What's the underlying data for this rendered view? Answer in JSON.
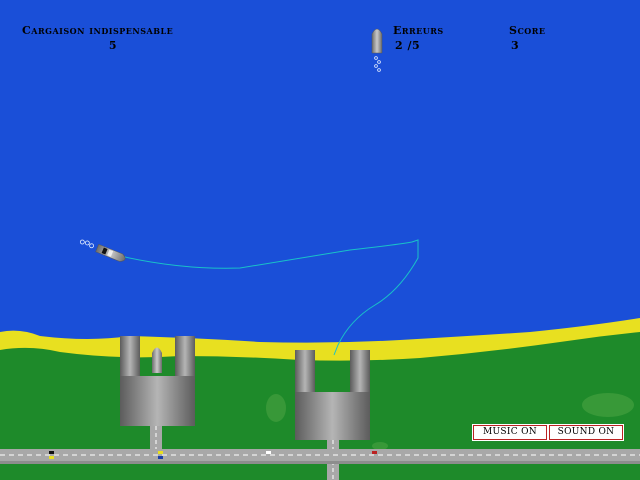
{
  "hud": {
    "cargo_label": "Cargaison indispensable",
    "cargo_value": "5",
    "errors_label": "Erreurs",
    "errors_value": "2 /5",
    "score_label": "Score",
    "score_value": "3"
  },
  "controls": {
    "music_label": "MUSIC ON",
    "sound_label": "SOUND ON"
  },
  "colors": {
    "sea": "#1a4fd8",
    "beach": "#e8e020",
    "land": "#1e8a2a",
    "road": "#a8a8a8",
    "dock": "#7a7a7a",
    "route_line": "#19c2c8"
  },
  "icons": {
    "hud_ship": "ship-icon"
  }
}
